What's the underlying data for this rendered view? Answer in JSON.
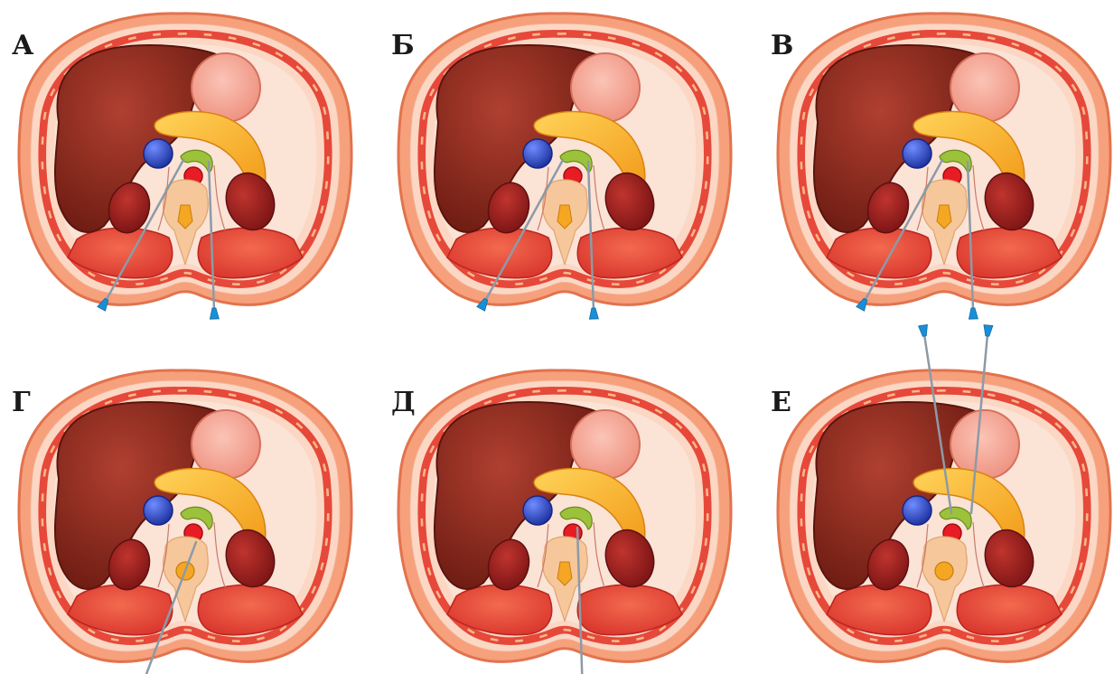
{
  "panels": [
    {
      "label": "А",
      "approach": "posterior-bilateral",
      "spine_variant": "vertebra"
    },
    {
      "label": "Б",
      "approach": "posterior-bilateral",
      "spine_variant": "vertebra"
    },
    {
      "label": "В",
      "approach": "posterior-bilateral",
      "spine_variant": "vertebra"
    },
    {
      "label": "Г",
      "approach": "posterior-single",
      "spine_variant": "disc"
    },
    {
      "label": "Д",
      "approach": "posterior-single",
      "spine_variant": "vertebra"
    },
    {
      "label": "Е",
      "approach": "anterior-bilateral",
      "spine_variant": "disc"
    }
  ],
  "colors": {
    "skin": "#f6a07c",
    "skin_edge": "#e2734d",
    "subcutaneous": "#fbd7c4",
    "muscle": "#e6483a",
    "cavity": "#fbe3d6",
    "liver": "#8e2a1d",
    "stomach": "#f4a89a",
    "pancreas": "#f7b62d",
    "vena_cava": "#2848c8",
    "aorta": "#e81c24",
    "kidney": "#a21e22",
    "plexus": "#9cc23b",
    "vertebra": "#f6c79a",
    "canal": "#f5a623",
    "needle": "#8d9aa6",
    "needle_hub": "#1a8fd8"
  }
}
